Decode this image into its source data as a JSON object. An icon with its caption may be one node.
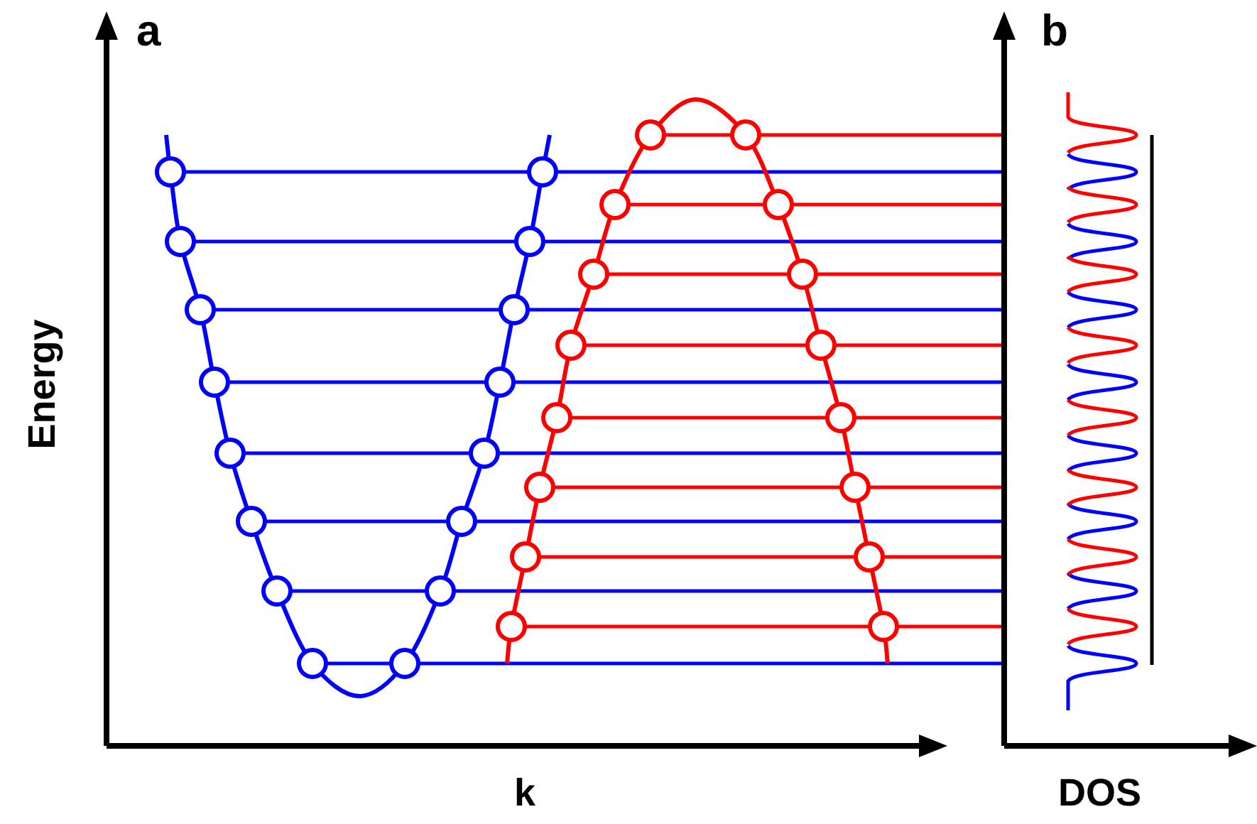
{
  "diagram": {
    "labels": [
      "a",
      "b",
      "Energy",
      "k",
      "DOS"
    ]
  }
}
